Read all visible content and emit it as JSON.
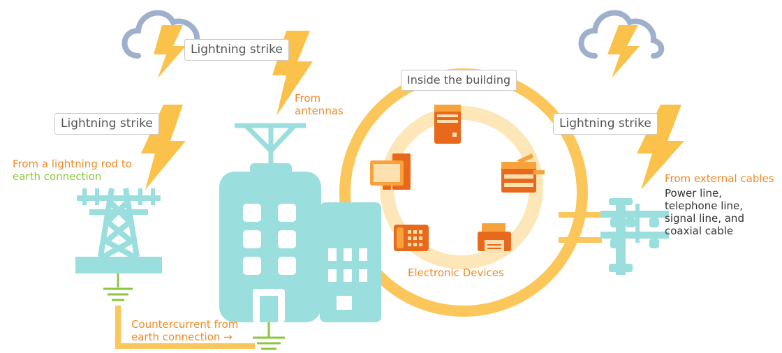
{
  "labels": {
    "strike_left": "Lightning strike",
    "strike_top": "Lightning strike",
    "strike_right": "Lightning strike",
    "inside_building": "Inside the building",
    "from_antennas_1": "From",
    "from_antennas_2": "antennas",
    "rod_line_1": "From a lightning rod to",
    "rod_line_2": "earth connection",
    "counter_line_1": "Countercurrent from",
    "counter_line_2": "earth connection →",
    "external_cables": "From external cables",
    "cables_line_1": "Power line,",
    "cables_line_2": "telephone line,",
    "cables_line_3": "signal line, and",
    "cables_line_4": "coaxial cable",
    "electronic_devices": "Electronic Devices"
  },
  "colors": {
    "teal": "#9adedd",
    "yellow": "#fbc75b",
    "lightning": "#fac24a",
    "orange": "#f08a24",
    "green": "#8cc63f",
    "cloud": "#9fb0cc"
  },
  "icons": [
    "cloud-icon",
    "lightning-bolt-icon",
    "transmission-tower-icon",
    "office-building-icon",
    "antenna-icon",
    "ground-symbol-icon",
    "utility-pole-icon",
    "server-icon",
    "desktop-computer-icon",
    "copier-icon",
    "telephone-icon",
    "printer-icon"
  ]
}
